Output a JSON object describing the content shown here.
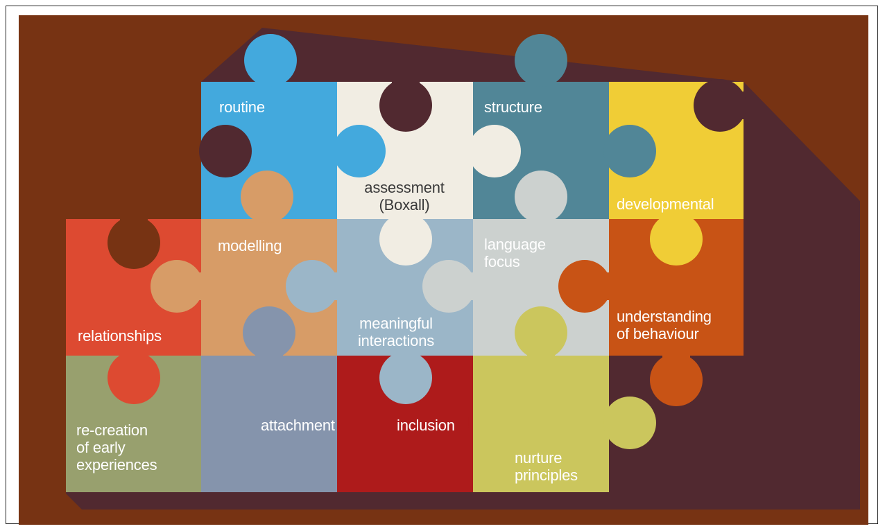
{
  "puzzle": {
    "background": "#773313",
    "shadow": "#512930",
    "pieces": {
      "routine": {
        "label": "routine",
        "color": "#43a9dd"
      },
      "assessment": {
        "line1": "assessment",
        "line2": "(Boxall)",
        "color": "#f1ede3"
      },
      "structure": {
        "label": "structure",
        "color": "#518697"
      },
      "developmental": {
        "label": "developmental",
        "color": "#f0cd36"
      },
      "relationships": {
        "label": "relationships",
        "color": "#dd4a31"
      },
      "modelling": {
        "label": "modelling",
        "color": "#d79c67"
      },
      "meaningful_interactions": {
        "line1": "meaningful",
        "line2": "interactions",
        "color": "#9bb6c8"
      },
      "language_focus": {
        "line1": "language",
        "line2": "focus",
        "color": "#ccd1cf"
      },
      "understanding_of_behaviour": {
        "line1": "understanding",
        "line2": "of behaviour",
        "color": "#c85315"
      },
      "recreation": {
        "line1": "re-creation",
        "line2": "of early",
        "line3": "experiences",
        "color": "#98a06e"
      },
      "attachment": {
        "label": "attachment",
        "color": "#8594ac"
      },
      "inclusion": {
        "label": "inclusion",
        "color": "#ae1b1b"
      },
      "nurture_principles": {
        "line1": "nurture",
        "line2": "principles",
        "color": "#cbc65d"
      }
    }
  }
}
